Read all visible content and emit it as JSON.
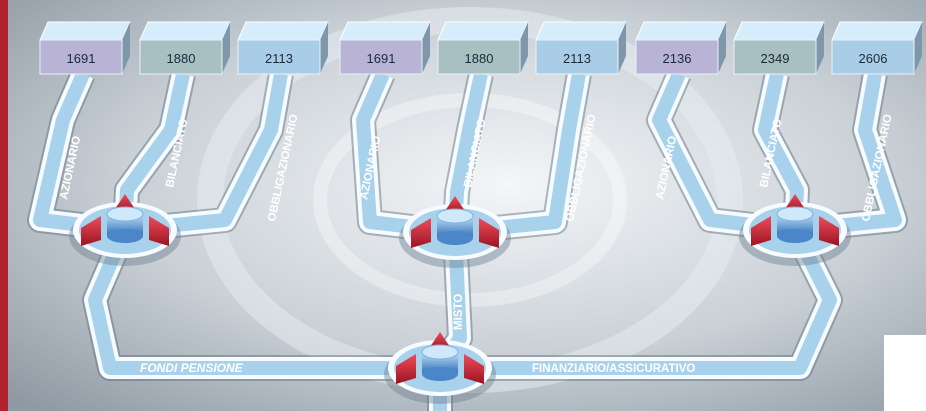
{
  "boxes": [
    {
      "value": "1691",
      "color": "#b9b4d6"
    },
    {
      "value": "1880",
      "color": "#a9c0c2"
    },
    {
      "value": "2113",
      "color": "#a9cde6"
    },
    {
      "value": "1691",
      "color": "#b9b4d6"
    },
    {
      "value": "1880",
      "color": "#a9c0c2"
    },
    {
      "value": "2113",
      "color": "#a9cde6"
    },
    {
      "value": "2136",
      "color": "#b9b4d6"
    },
    {
      "value": "2349",
      "color": "#a9c0c2"
    },
    {
      "value": "2606",
      "color": "#a9cde6"
    }
  ],
  "branch_labels": [
    "AZIONARIO",
    "BILANCIATO",
    "OBBLIGAZIONARIO",
    "AZIONARIO",
    "BILANCIATO",
    "OBBLIGAZIONARIO",
    "AZIONARIO",
    "BILANCIATO",
    "OBBLIGAZIONARIO"
  ],
  "road_labels": {
    "left": "FONDI PENSIONE",
    "right": "FINANZIARIO/ASSICURATIVO",
    "center": "MISTO"
  },
  "colors": {
    "box_top": "#d6eefb",
    "road_fill": "#a8d2ec",
    "road_edge": "#f5fbff",
    "hub_red": "#d0283a",
    "hub_blue": "#4a86c8",
    "side_stripe": "#b0222e"
  }
}
